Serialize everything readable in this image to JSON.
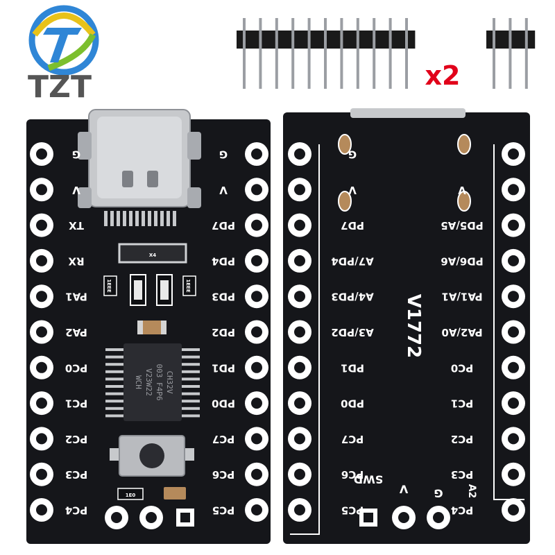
{
  "brand": {
    "name": "TZT",
    "colors": {
      "logo_blue": "#2f86d6",
      "logo_green": "#7cbf2e",
      "logo_yellow": "#e8c21a",
      "text": "#555555"
    }
  },
  "header": {
    "multiplier": "x2",
    "multiplier_color": "#e1001a"
  },
  "board_front": {
    "left_pins": [
      "G",
      "V",
      "TX",
      "RX",
      "PA1",
      "PA2",
      "PC0",
      "PC1",
      "PC2",
      "PC3",
      "PC4"
    ],
    "right_pins": [
      "G",
      "V",
      "PD7",
      "PD4",
      "PD3",
      "PD2",
      "PD1",
      "PD0",
      "PC7",
      "PC6",
      "PC5"
    ],
    "chip_lines": [
      "CH32V",
      "003 F4P6",
      "V23W22",
      "WCH"
    ],
    "diode_label": "X4",
    "resistor_labels": [
      "1EEE",
      "1EEE",
      "1E0"
    ]
  },
  "board_back": {
    "left_pins": [
      "G",
      "V",
      "PD7",
      "A7/PD4",
      "A4/PD3",
      "A3/PD2",
      "PD1",
      "PD0",
      "PC7",
      "PC6",
      "PC5"
    ],
    "right_pins": [
      "",
      "V",
      "PD5/A5",
      "PD6/A6",
      "PA1/A1",
      "PA2/A0",
      "PC0",
      "PC1",
      "PC2",
      "PC3",
      "PC4"
    ],
    "right_extra": "A2",
    "version": "V1772",
    "bottom_labels": [
      "SWD",
      "V",
      "G"
    ]
  },
  "colors": {
    "pcb": "#15161a",
    "pad": "#ffffff",
    "silk": "#ffffff",
    "usb_metal": "#c7c9cc"
  }
}
